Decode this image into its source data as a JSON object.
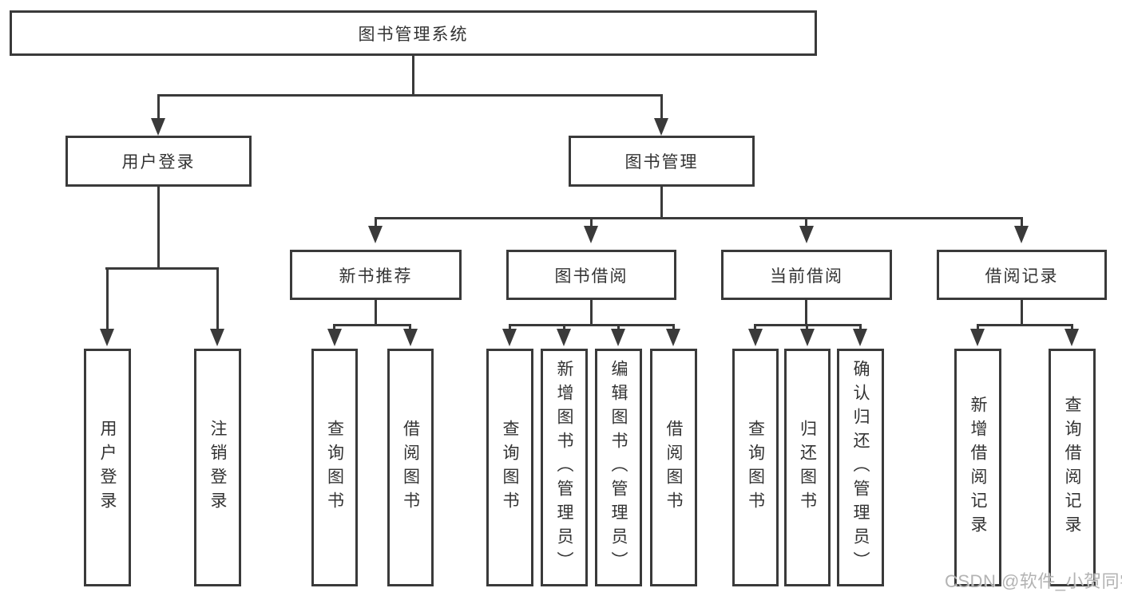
{
  "diagram_type": "hierarchy-tree",
  "tree": {
    "root": {
      "label": "图书管理系统",
      "children": [
        {
          "label": "用户登录",
          "children": [
            {
              "label": "用户登录"
            },
            {
              "label": "注销登录"
            }
          ]
        },
        {
          "label": "图书管理",
          "children": [
            {
              "label": "新书推荐",
              "children": [
                {
                  "label": "查询图书"
                },
                {
                  "label": "借阅图书"
                }
              ]
            },
            {
              "label": "图书借阅",
              "children": [
                {
                  "label": "查询图书"
                },
                {
                  "label": "新增图书（管理员）"
                },
                {
                  "label": "编辑图书（管理员）"
                },
                {
                  "label": "借阅图书"
                }
              ]
            },
            {
              "label": "当前借阅",
              "children": [
                {
                  "label": "查询图书"
                },
                {
                  "label": "归还图书"
                },
                {
                  "label": "确认归还（管理员）"
                }
              ]
            },
            {
              "label": "借阅记录",
              "children": [
                {
                  "label": "新增借阅记录"
                },
                {
                  "label": "查询借阅记录"
                }
              ]
            }
          ]
        }
      ]
    }
  },
  "watermark": {
    "text": "CSDN @软件_小贺同学"
  },
  "colors": {
    "line": "#3a3a3a",
    "text": "#333333",
    "background": "#ffffff",
    "watermark": "#a8a8a8"
  }
}
